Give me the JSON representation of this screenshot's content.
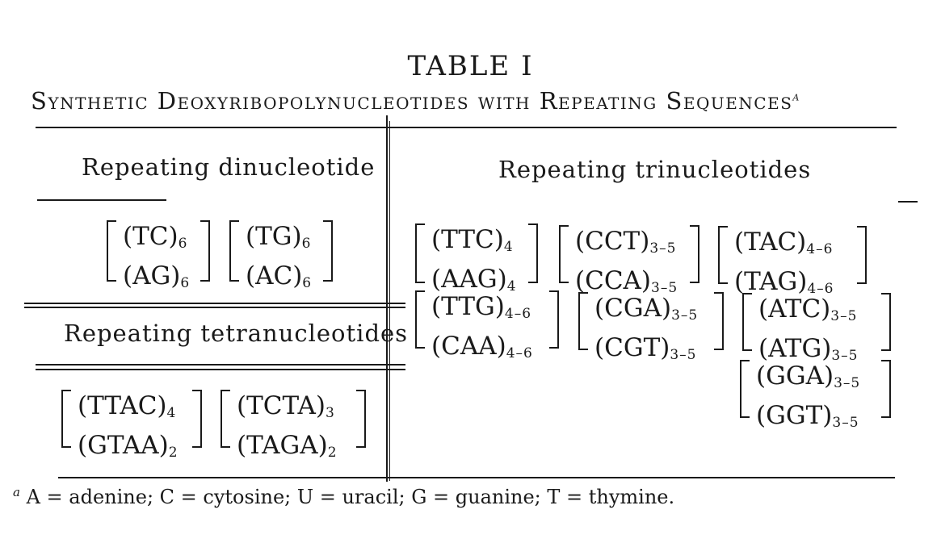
{
  "table": {
    "title": "TABLE I",
    "subtitle": "Synthetic Deoxyribopolynucleotides with Repeating Sequences",
    "subtitle_mark": "a",
    "sections": {
      "dinucleotide": {
        "heading": "Repeating dinucleotide",
        "pairs": [
          {
            "top": "(TC)",
            "top_sub": "6",
            "bottom": "(AG)",
            "bottom_sub": "6"
          },
          {
            "top": "(TG)",
            "top_sub": "6",
            "bottom": "(AC)",
            "bottom_sub": "6"
          }
        ]
      },
      "tetranucleotide": {
        "heading": "Repeating tetranucleotides",
        "pairs": [
          {
            "top": "(TTAC)",
            "top_sub": "4",
            "bottom": "(GTAA)",
            "bottom_sub": "2"
          },
          {
            "top": "(TCTA)",
            "top_sub": "3",
            "bottom": "(TAGA)",
            "bottom_sub": "2"
          }
        ]
      },
      "trinucleotide": {
        "heading": "Repeating trinucleotides",
        "pairs": [
          {
            "top": "(TTC)",
            "top_sub": "4",
            "bottom": "(AAG)",
            "bottom_sub": "4"
          },
          {
            "top": "(CCT)",
            "top_sub": "3–5",
            "bottom": "(CCA)",
            "bottom_sub": "3–5"
          },
          {
            "top": "(TAC)",
            "top_sub": "4–6",
            "bottom": "(TAG)",
            "bottom_sub": "4–6"
          },
          {
            "top": "(TTG)",
            "top_sub": "4–6",
            "bottom": "(CAA)",
            "bottom_sub": "4–6"
          },
          {
            "top": "(CGA)",
            "top_sub": "3–5",
            "bottom": "(CGT)",
            "bottom_sub": "3–5"
          },
          {
            "top": "(ATC)",
            "top_sub": "3–5",
            "bottom": "(ATG)",
            "bottom_sub": "3–5"
          },
          {
            "top": "(GGA)",
            "top_sub": "3–5",
            "bottom": "(GGT)",
            "bottom_sub": "3–5"
          }
        ]
      }
    },
    "footnote": {
      "mark": "a",
      "text": "A = adenine; C = cytosine; U = uracil; G = guanine; T = thymine."
    }
  }
}
